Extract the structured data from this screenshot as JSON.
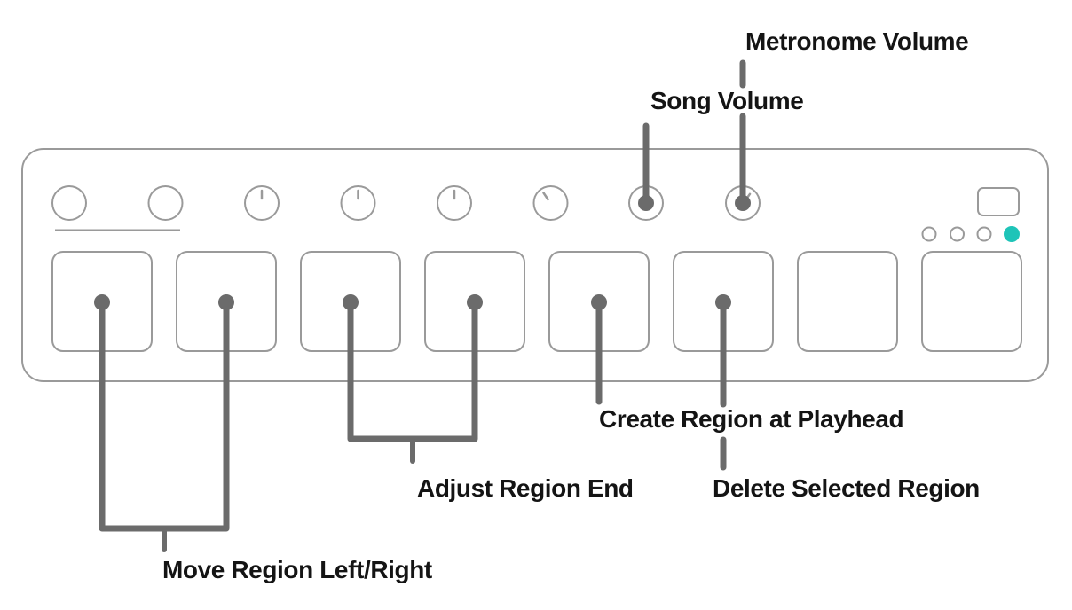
{
  "labels": {
    "metronome_volume": "Metronome Volume",
    "song_volume": "Song Volume",
    "create_region": "Create Region at Playhead",
    "delete_region": "Delete Selected Region",
    "adjust_region_end": "Adjust Region End",
    "move_region": "Move Region Left/Right"
  },
  "colors": {
    "accent_teal": "#1EC4B8",
    "connector_gray": "#6B6B6B",
    "outline_gray": "#9A9A9A",
    "label_black": "#141414"
  },
  "device": {
    "knob_count": 8,
    "knobs": [
      {
        "indicator": "none"
      },
      {
        "indicator": "none"
      },
      {
        "indicator": "tick-12-oclock"
      },
      {
        "indicator": "tick-12-oclock"
      },
      {
        "indicator": "tick-12-oclock"
      },
      {
        "indicator": "tick-11-oclock"
      },
      {
        "indicator": "callout-dot"
      },
      {
        "indicator": "tick-1-oclock-with-callout-dot"
      }
    ],
    "pad_count": 8,
    "pads_with_callout_dots": [
      1,
      2,
      3,
      4,
      5,
      6
    ],
    "leds": [
      {
        "state": "off"
      },
      {
        "state": "off"
      },
      {
        "state": "off"
      },
      {
        "state": "on"
      }
    ]
  },
  "callouts": [
    {
      "label": "Metronome Volume",
      "target": "knob-8"
    },
    {
      "label": "Song Volume",
      "target": "knob-7"
    },
    {
      "label": "Create Region at Playhead",
      "target": "pad-5"
    },
    {
      "label": "Delete Selected Region",
      "target": "pad-6"
    },
    {
      "label": "Adjust Region End",
      "target": "pads-3-4"
    },
    {
      "label": "Move Region Left/Right",
      "target": "pads-1-2"
    }
  ]
}
